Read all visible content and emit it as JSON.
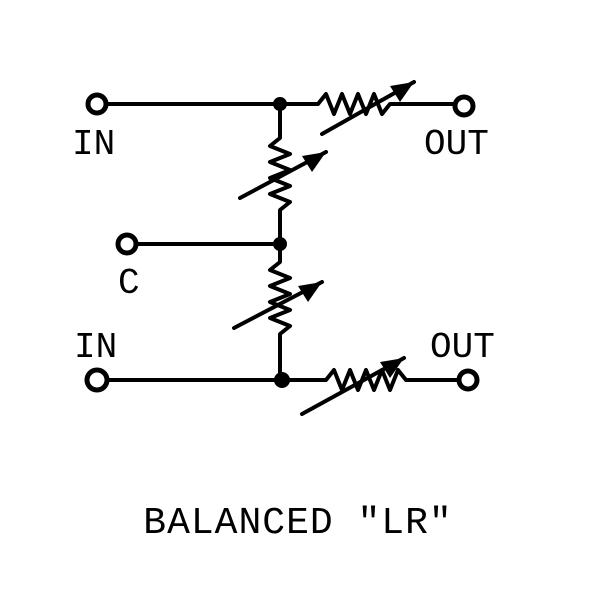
{
  "labels": {
    "in_top": "IN",
    "out_top": "OUT",
    "common": "C",
    "in_bottom": "IN",
    "out_bottom": "OUT"
  },
  "caption": "BALANCED \"LR\"",
  "colors": {
    "ink": "#000000",
    "background": "#ffffff"
  }
}
